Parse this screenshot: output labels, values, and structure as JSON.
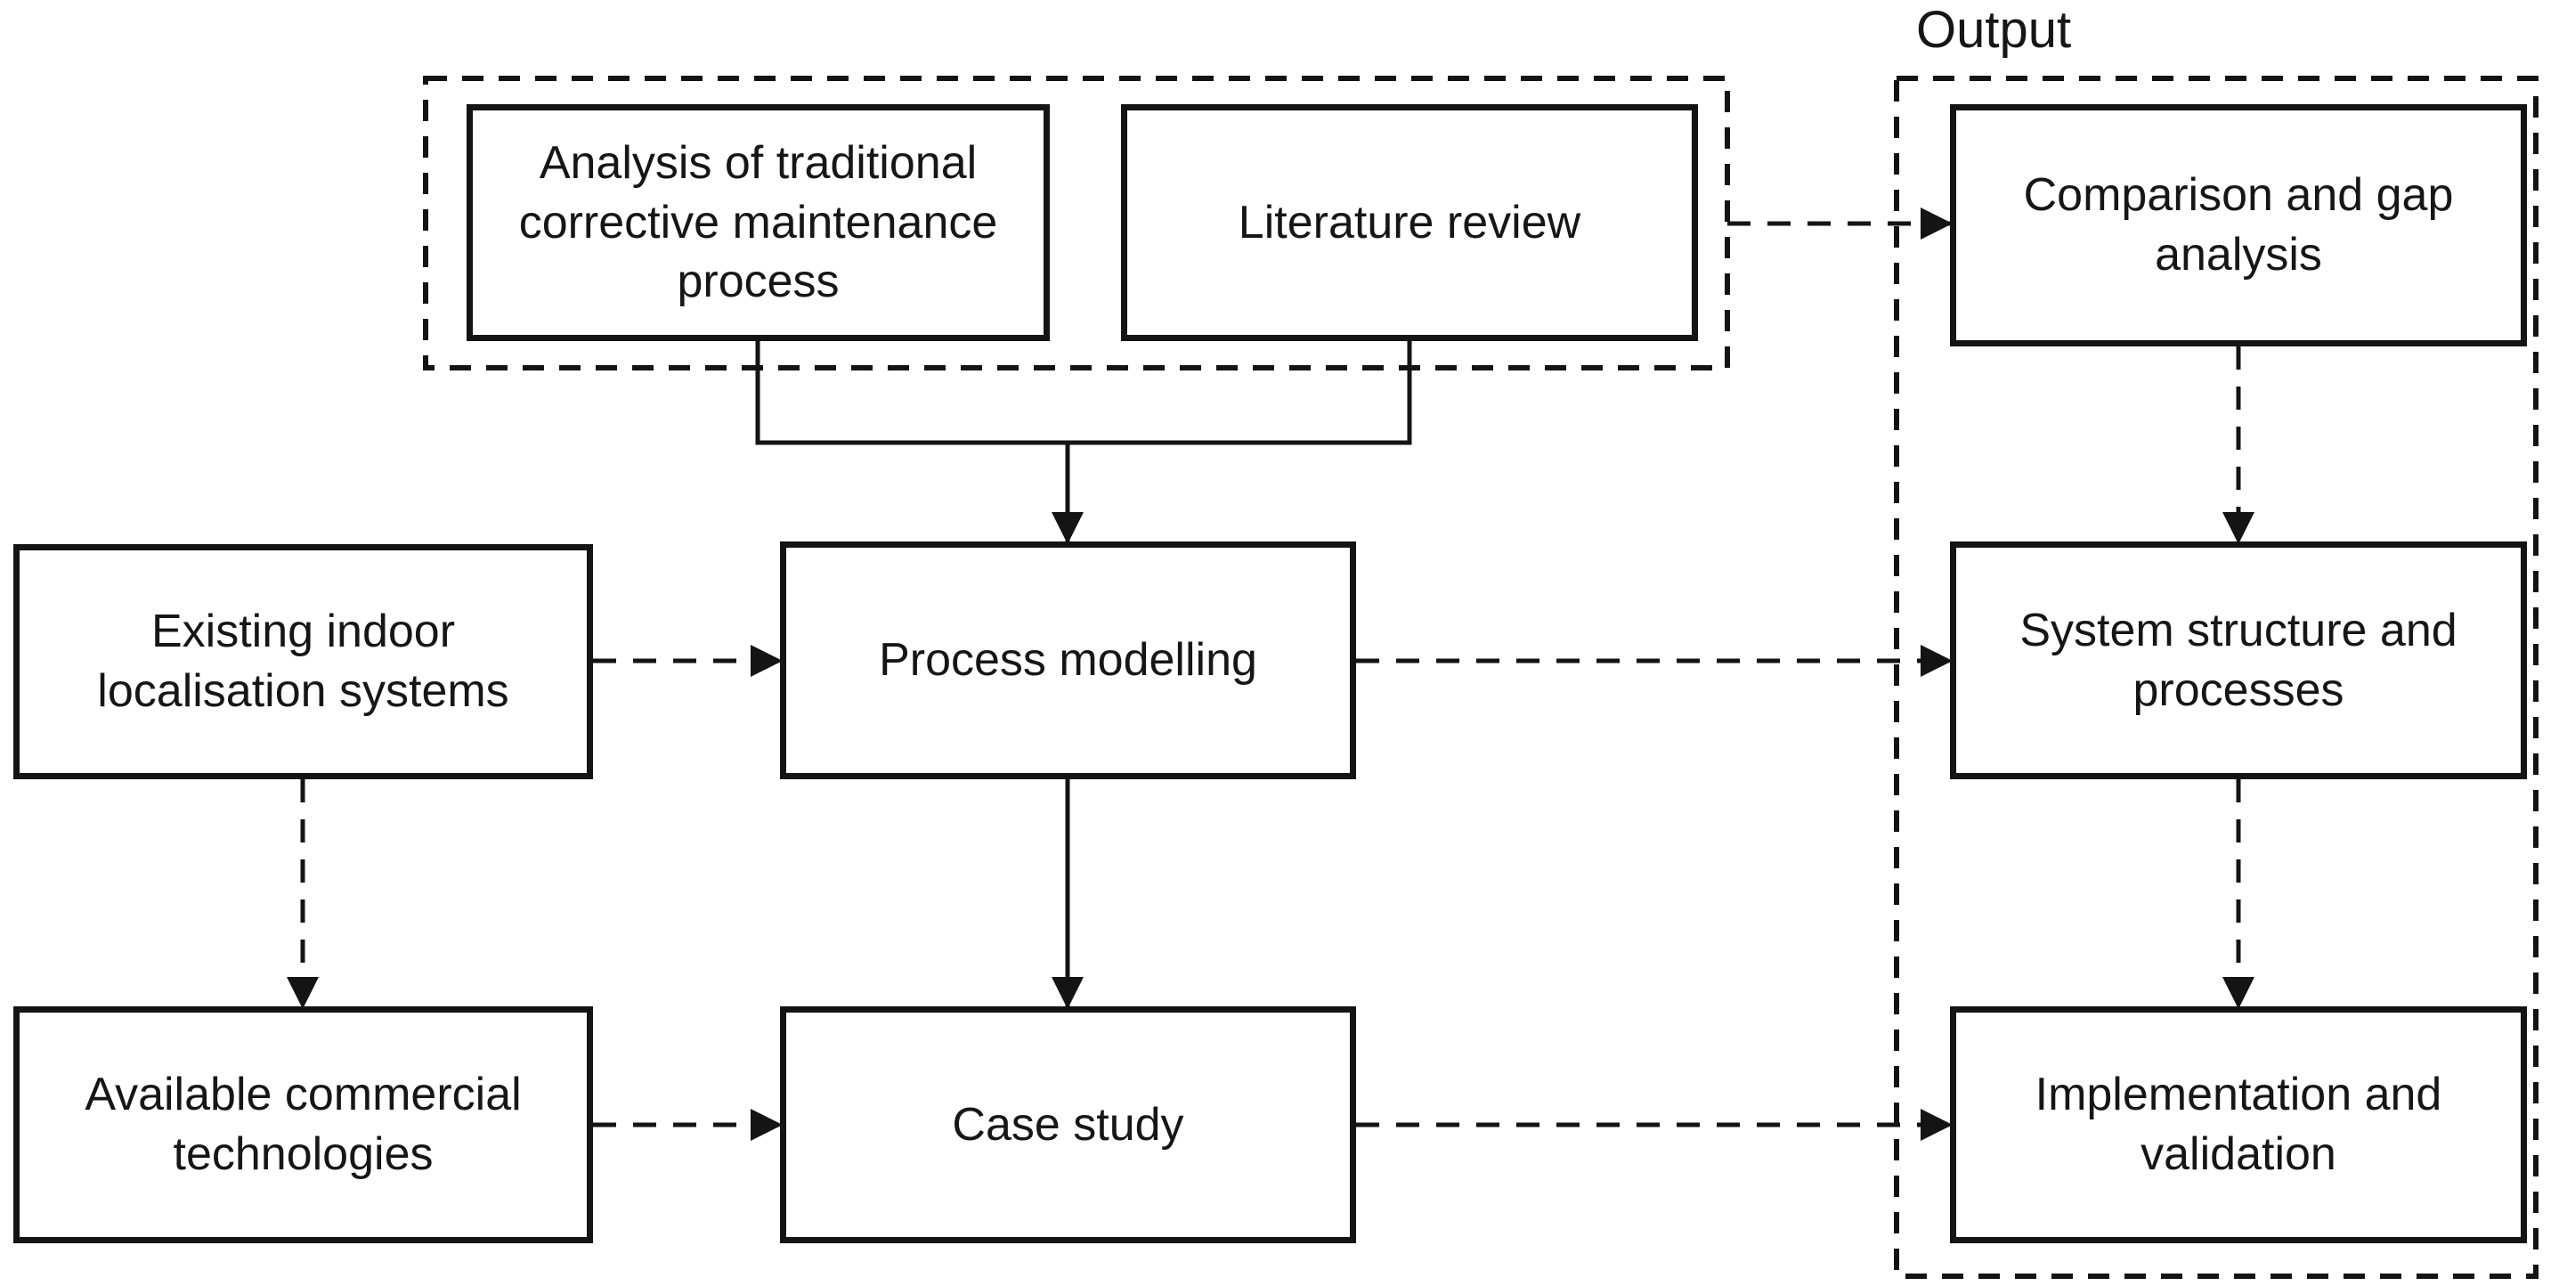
{
  "diagram": {
    "output_label": "Output",
    "nodes": {
      "analysis": "Analysis of traditional corrective maintenance process",
      "literature": "Literature review",
      "comparison": "Comparison and gap analysis",
      "existing": "Existing indoor localisation systems",
      "process": "Process modelling",
      "system": "System structure and processes",
      "available": "Available commercial technologies",
      "case": "Case study",
      "implementation": "Implementation and validation"
    },
    "groups": {
      "inputs_group": [
        "analysis",
        "literature"
      ],
      "output_group": [
        "comparison",
        "system",
        "implementation"
      ]
    },
    "edges": [
      {
        "from": "inputs_group",
        "to": "comparison",
        "style": "dashed"
      },
      {
        "from": "analysis",
        "to": "process",
        "style": "solid"
      },
      {
        "from": "literature",
        "to": "process",
        "style": "solid"
      },
      {
        "from": "existing",
        "to": "process",
        "style": "dashed"
      },
      {
        "from": "process",
        "to": "system",
        "style": "dashed"
      },
      {
        "from": "process",
        "to": "case",
        "style": "solid"
      },
      {
        "from": "existing",
        "to": "available",
        "style": "dashed"
      },
      {
        "from": "available",
        "to": "case",
        "style": "dashed"
      },
      {
        "from": "case",
        "to": "implementation",
        "style": "dashed"
      },
      {
        "from": "comparison",
        "to": "system",
        "style": "dashed"
      },
      {
        "from": "system",
        "to": "implementation",
        "style": "dashed"
      }
    ],
    "colors": {
      "line": "#141414",
      "text": "#161616",
      "background": "#ffffff"
    }
  }
}
